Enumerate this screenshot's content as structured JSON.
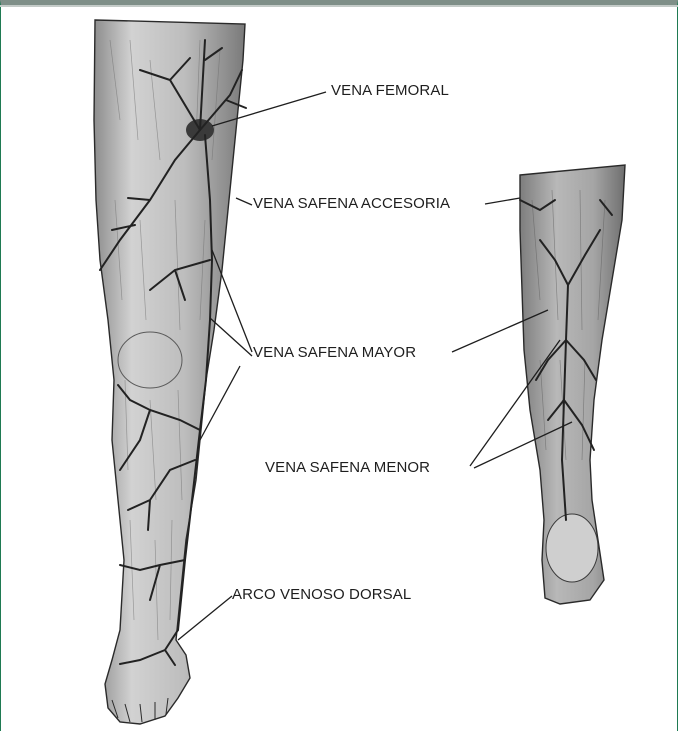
{
  "colors": {
    "frame_top": "#7f8f88",
    "frame_side": "#1f7a52",
    "ink": "#1e1e1e",
    "vein": "#2a2a2a",
    "shading": "#9a9a9a"
  },
  "labels": {
    "femoral": "VENA FEMORAL",
    "accesoria": "VENA SAFENA ACCESORIA",
    "mayor": "VENA SAFENA MAYOR",
    "menor": "VENA SAFENA MENOR",
    "arco": "ARCO VENOSO DORSAL"
  }
}
